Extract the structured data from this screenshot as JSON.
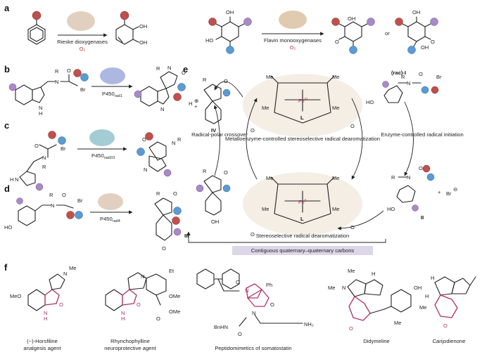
{
  "panels": {
    "a": {
      "letter": "a",
      "enzyme1": "Rieske dioxygenases",
      "cofactor1": "O₂",
      "enzyme2": "Flavin monooxygenases",
      "cofactor2": "O₂",
      "or_label": "or",
      "oh": "OH",
      "ho": "HO"
    },
    "b": {
      "letter": "b",
      "enzyme": "P450",
      "enzyme_sub": "rad1",
      "r": "R",
      "br": "Br",
      "n": "N",
      "h": "H",
      "o": "O"
    },
    "c": {
      "letter": "c",
      "enzyme": "P450",
      "enzyme_sub": "rad2/3",
      "r": "R",
      "br": "Br",
      "n": "N",
      "h": "H",
      "o": "O"
    },
    "d": {
      "letter": "d",
      "enzyme": "P450",
      "enzyme_sub": "rad4",
      "r": "R",
      "br": "Br",
      "n": "N",
      "ho": "HO",
      "o": "O"
    },
    "e": {
      "letter": "e",
      "metal_top": "Fe",
      "metal_top_charge": "III",
      "metal_bottom": "Fe",
      "metal_bottom_charge": "II",
      "ligand": "L",
      "me": "Me",
      "radical_polar": "Radical-polar crossover",
      "metallo": "Metalloenzyme-controlled stereoselective radical dearomatization",
      "enzyme_init": "Enzyme-controlled radical initiation",
      "rac": "(rac)-I",
      "iv": "IV",
      "iii": "III",
      "ii": "II",
      "h_plus": "H",
      "br_minus": "Br",
      "stereo": "Stereoselective radical dearomatization",
      "contiguous": "Contiguous quaternary–quaternary carbons"
    },
    "f": {
      "letter": "f",
      "compounds": [
        {
          "name": "(−)-Horsfiline",
          "activity": "analgesis agent"
        },
        {
          "name": "Rhynchophylline",
          "activity": "neuroprotective agent"
        },
        {
          "name": "Peptidomimetics of somatostatin",
          "activity": ""
        },
        {
          "name": "Didymeline",
          "activity": ""
        },
        {
          "name": "Carijodienone",
          "activity": ""
        }
      ],
      "labels": {
        "meo": "MeO",
        "me": "Me",
        "et": "Et",
        "ome": "OMe",
        "ph": "Ph",
        "bnhn": "BnHN",
        "nh2": "NH₂",
        "oh": "OH",
        "h": "H",
        "n": "N",
        "o": "O"
      }
    }
  },
  "colors": {
    "magenta": "#b0306a",
    "red_sub": "#c0504d",
    "blue_sub": "#5b9bd5",
    "purple_sub": "#a98ac7",
    "contiguous_bar": "#ddd6e8"
  }
}
